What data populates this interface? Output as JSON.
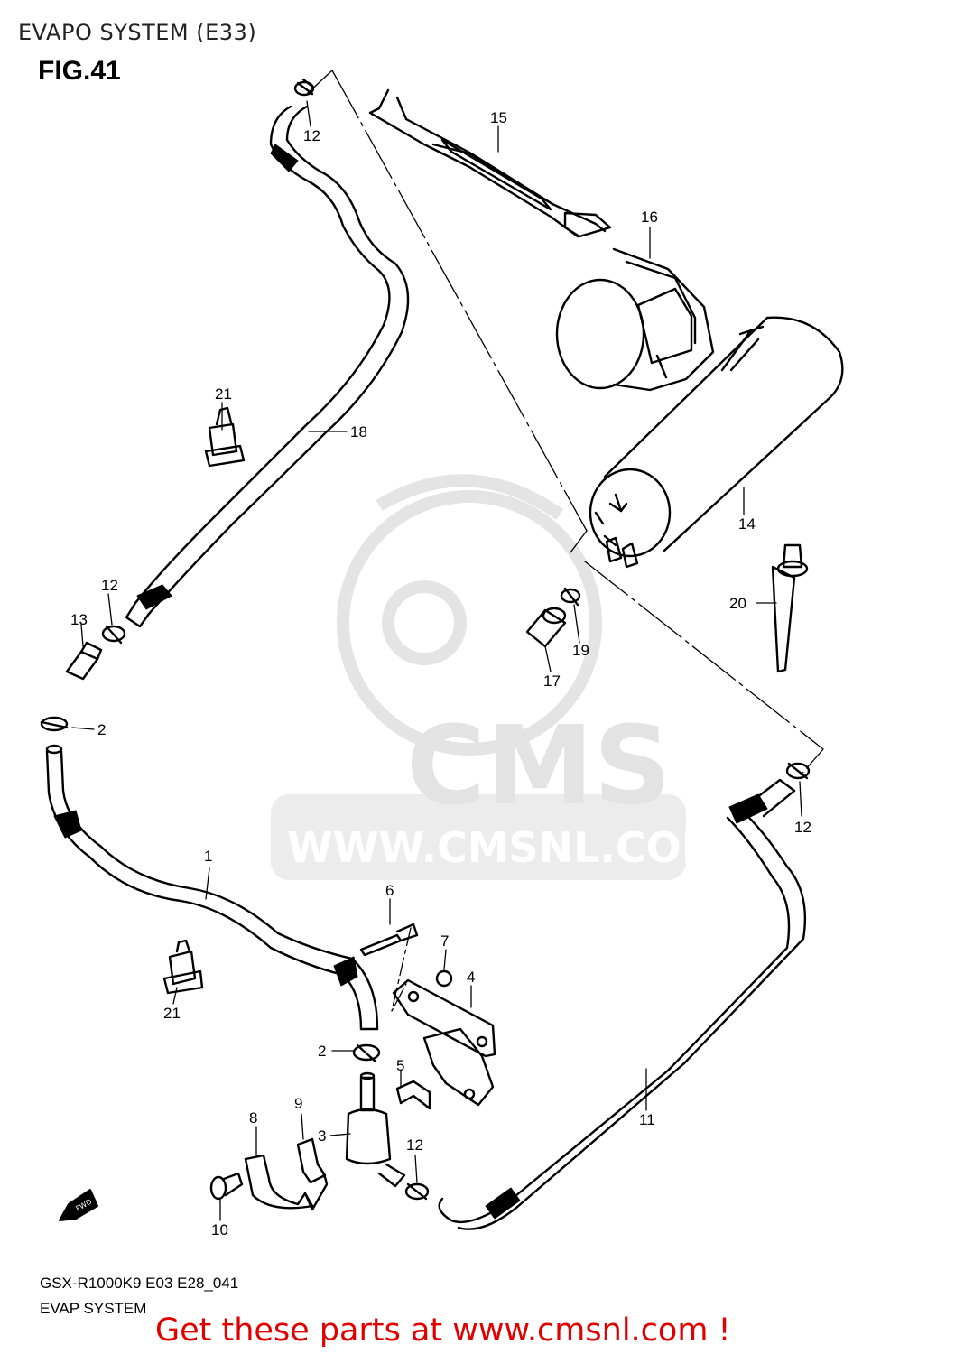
{
  "header": {
    "title": "EVAPO SYSTEM (E33)",
    "figure": "FIG.41"
  },
  "callouts": {
    "c12a": "12",
    "c15": "15",
    "c16": "16",
    "c21a": "21",
    "c18": "18",
    "c14": "14",
    "c12b": "12",
    "c13": "13",
    "c20": "20",
    "c19": "19",
    "c17": "17",
    "c2a": "2",
    "c12c": "12",
    "c1": "1",
    "c6": "6",
    "c7": "7",
    "c4": "4",
    "c21b": "21",
    "c2b": "2",
    "c5": "5",
    "c9": "9",
    "c8": "8",
    "c3": "3",
    "c12d": "12",
    "c11": "11",
    "c10": "10"
  },
  "fwd_icon": {
    "label": "FWD"
  },
  "watermark": {
    "brand": "CMS",
    "url": "WWW.CMSNL.COM",
    "color": "#e6e6e6"
  },
  "footer": {
    "model_code": "GSX-R1000K9 E03 E28_041",
    "system_name": "EVAP SYSTEM",
    "cta": "Get these parts at www.cmsnl.com !",
    "cta_color": "#e00000"
  }
}
